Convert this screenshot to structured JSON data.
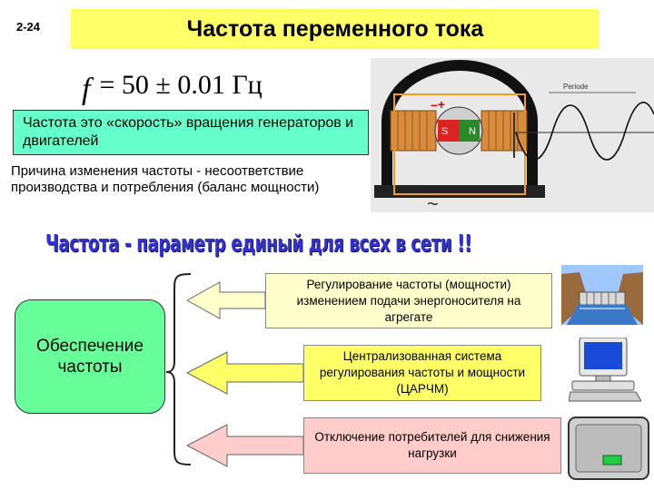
{
  "slide": {
    "number": "2-24",
    "title": "Частота переменного тока"
  },
  "formula": {
    "symbol": "f",
    "expression": "= 50 ± 0.01 Гц"
  },
  "definition": "Частота это «скорость» вращения генераторов и двигателей",
  "reason": "Причина изменения частоты - несоответствие производства и потребления (баланс мощности)",
  "generator_image": {
    "wave_label": "Periode",
    "polarity": "–+",
    "magnet_s": "S",
    "magnet_n": "N",
    "ac_symbol": "~"
  },
  "headline": "Частота - параметр единый для всех в сети !!",
  "provision_box": "Обеспечение частоты",
  "methods": [
    "Регулирование частоты (мощности) изменением подачи энергоносителя на агрегате",
    "Централизованная система регулирования частоты и мощности (ЦАРЧМ)",
    "Отключение потребителей для снижения нагрузки"
  ],
  "colors": {
    "title_bg": "#ffff66",
    "definition_bg": "#66ffcc",
    "provision_bg": "#66ff99",
    "method1_bg": "#ffffcc",
    "method2_bg": "#ffff66",
    "method3_bg": "#ffcccc",
    "headline": "#3333cc"
  },
  "icons": [
    "hydro-dam-icon",
    "computer-icon",
    "switch-panel-icon"
  ]
}
